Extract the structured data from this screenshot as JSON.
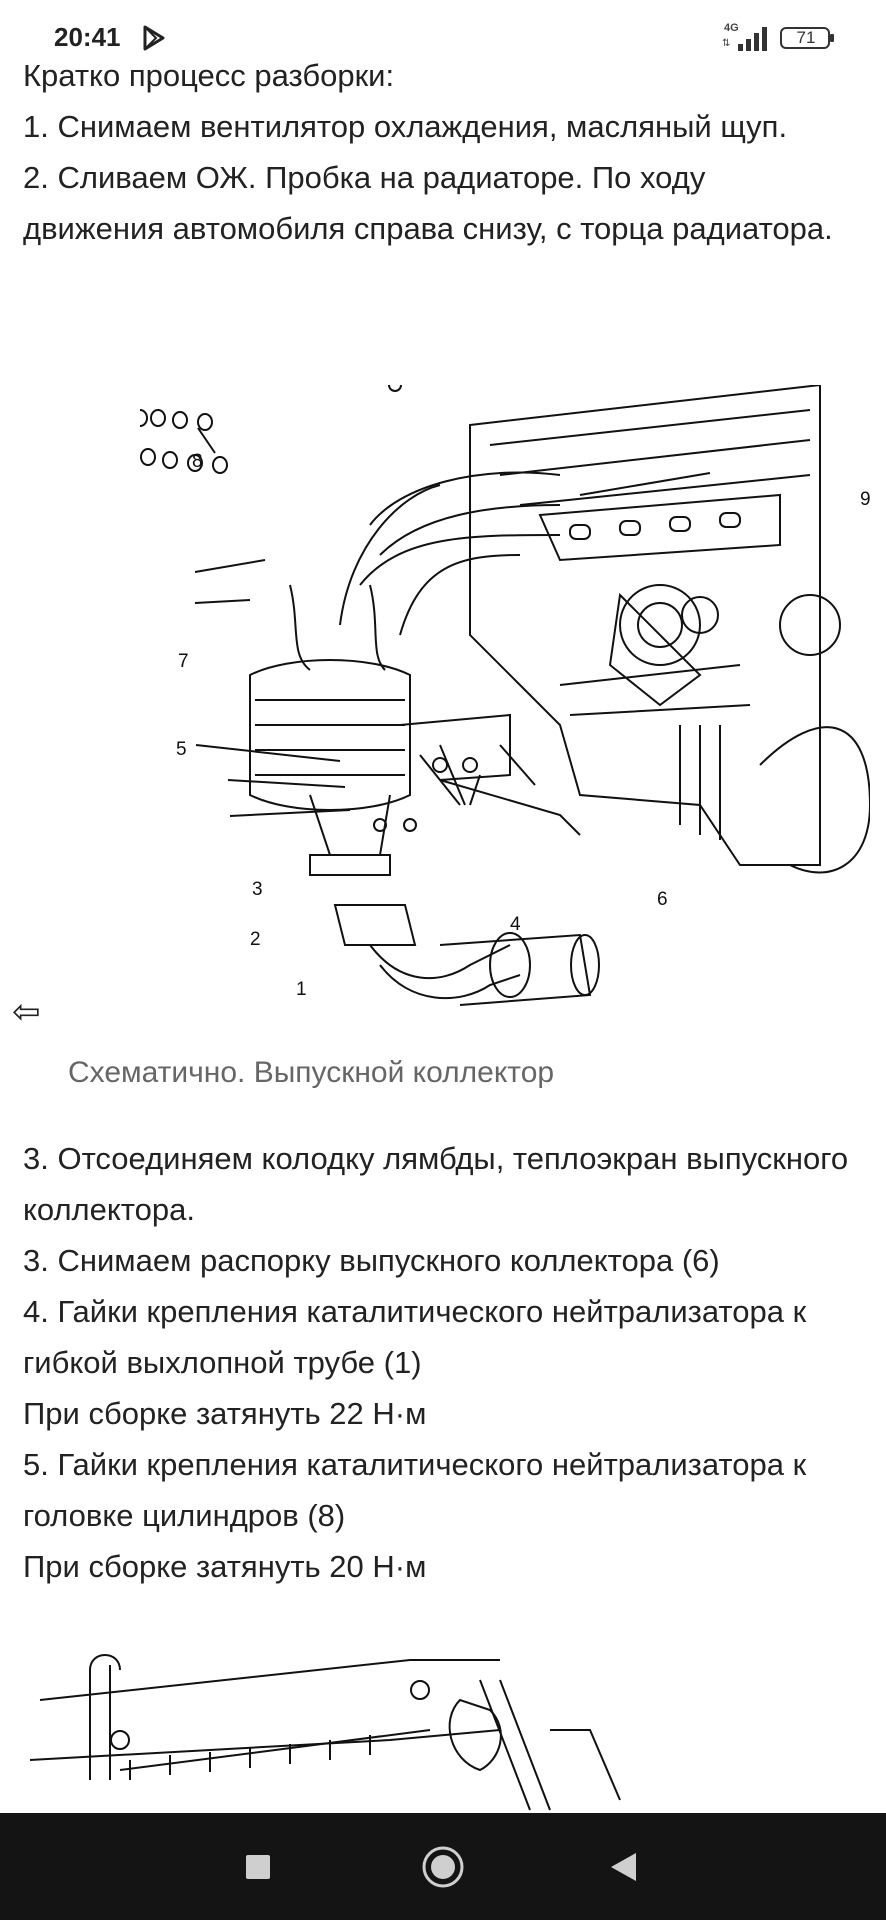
{
  "status_bar": {
    "time": "20:41",
    "network": "4G",
    "battery": "71"
  },
  "article": {
    "paragraphs_top": [
      "Кратко процесс разборки:",
      "1. Снимаем вентилятор охлаждения, масляный щуп.",
      "2. Сливаем ОЖ. Пробка на радиаторе. По ходу движения автомобиля справа снизу, с торца радиатора."
    ],
    "figure_labels": [
      "8",
      "9",
      "7",
      "5",
      "3",
      "6",
      "4",
      "2",
      "1"
    ],
    "caption": "Схематично. Выпускной коллектор",
    "back_arrow": "⇦",
    "paragraphs_bottom": [
      "3. Отсоединяем колодку лямбды, теплоэкран выпускного коллектора.",
      "3. Снимаем распорку выпускного коллектора (6)",
      "4. Гайки крепления каталитического нейтрализатора к гибкой выхлопной трубе (1)",
      "При сборке затянуть 22 Н·м",
      "5. Гайки крепления каталитического нейтрализатора к головке цилиндров (8)",
      "При сборке затянуть 20 Н·м"
    ]
  },
  "icons": {
    "play": "play-protect-icon",
    "signal": "signal-icon",
    "battery": "battery-icon",
    "nav_recent": "square-icon",
    "nav_home": "circle-icon",
    "nav_back": "triangle-back-icon"
  },
  "colors": {
    "navbar": "#141414",
    "caption": "#666666",
    "text": "#222222"
  }
}
